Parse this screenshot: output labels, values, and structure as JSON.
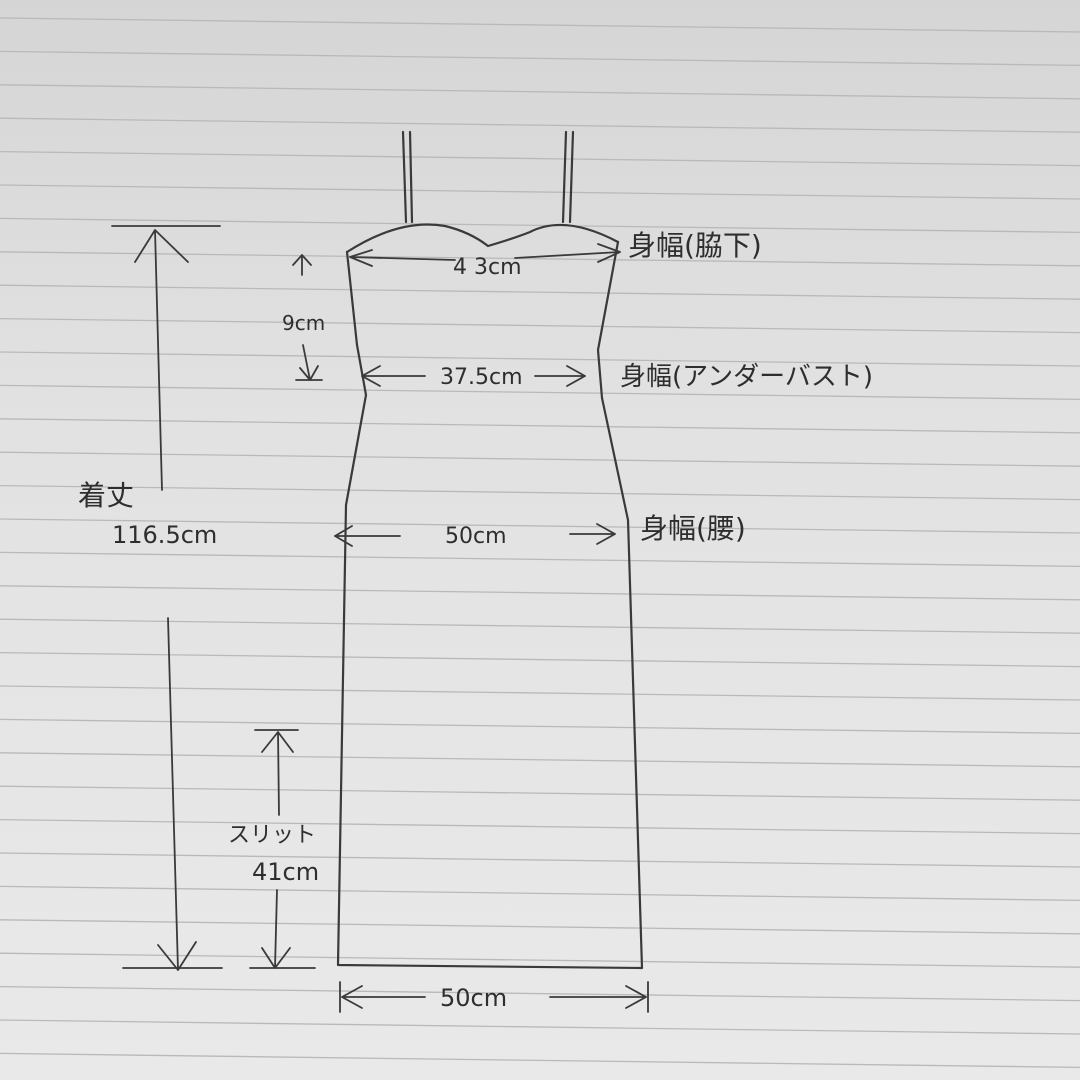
{
  "labels": {
    "chest_width_value": "4 3cm",
    "chest_width_name": "身幅(脇下)",
    "strap_to_underbust_value": "9cm",
    "underbust_width_value": "37.5cm",
    "underbust_width_name": "身幅(アンダーバスト)",
    "waist_width_value": "50cm",
    "waist_width_name": "身幅(腰)",
    "length_name": "着丈",
    "length_value": "116.5cm",
    "slit_name": "スリット",
    "slit_value": "41cm",
    "hem_width_value": "50cm"
  },
  "colors": {
    "pencil": "#3a3a3a",
    "paper_line": "#b9b9b9"
  }
}
